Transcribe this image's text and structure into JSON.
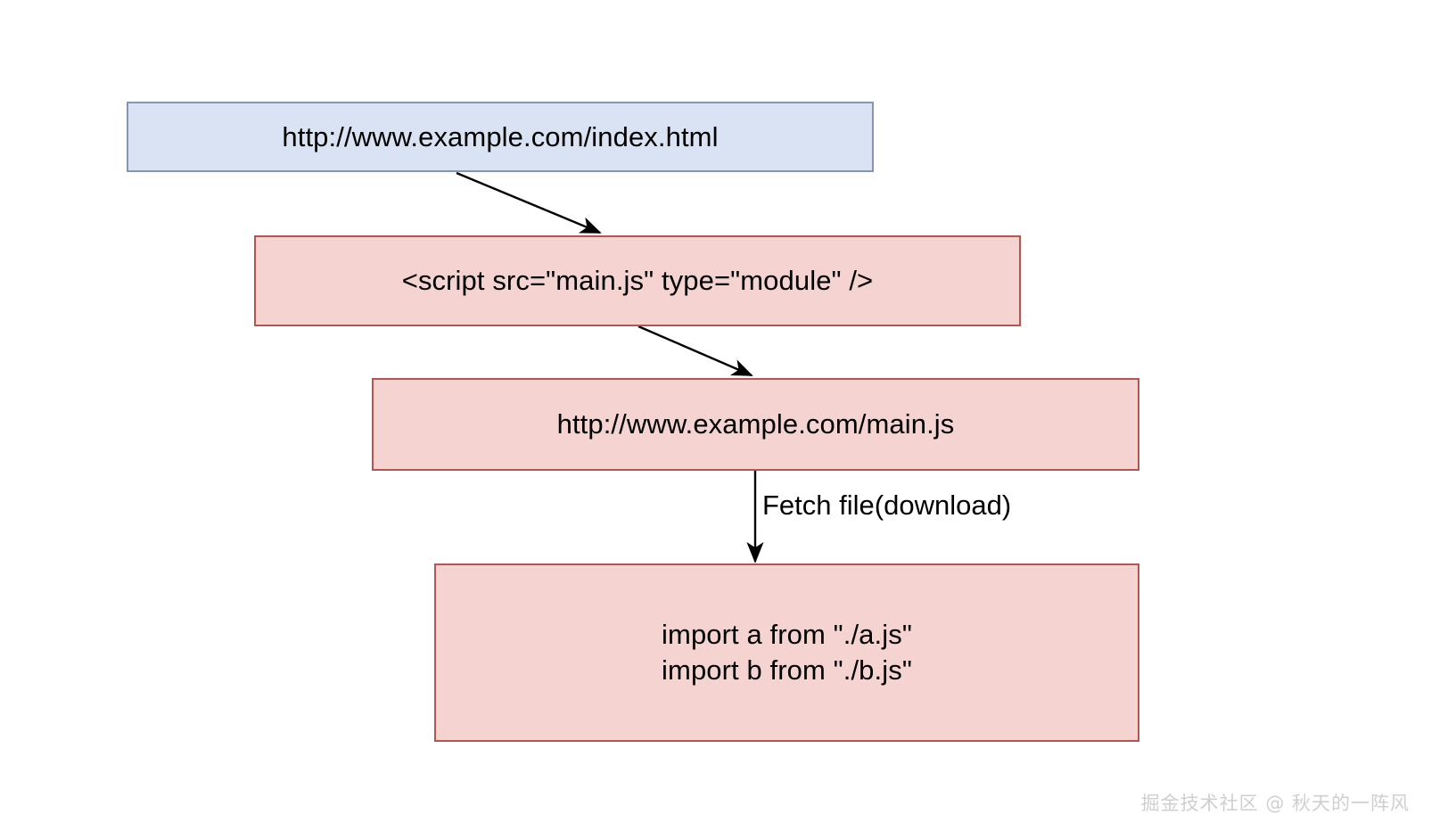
{
  "diagram": {
    "nodes": [
      {
        "id": "index-html",
        "label": "http://www.example.com/index.html",
        "fill": "#dae3f3",
        "stroke": "#8496b0"
      },
      {
        "id": "script-tag",
        "label": "<script src=\"main.js\" type=\"module\" />",
        "fill": "#f5d3d0",
        "stroke": "#b85450"
      },
      {
        "id": "main-js-url",
        "label": "http://www.example.com/main.js",
        "fill": "#f5d3d0",
        "stroke": "#b85450"
      },
      {
        "id": "imports",
        "label": "import a from \"./a.js\"\nimport b from \"./b.js\"",
        "fill": "#f5d3d0",
        "stroke": "#b85450"
      }
    ],
    "edges": [
      {
        "id": "edge-1",
        "from": "index-html",
        "to": "script-tag",
        "label": ""
      },
      {
        "id": "edge-2",
        "from": "script-tag",
        "to": "main-js-url",
        "label": ""
      },
      {
        "id": "edge-3",
        "from": "main-js-url",
        "to": "imports",
        "label": "Fetch file(download)"
      }
    ],
    "stroke_color": "#000000"
  },
  "watermark": {
    "text": "掘金技术社区 @ 秋天的一阵风",
    "color": "#cfcfcf"
  }
}
